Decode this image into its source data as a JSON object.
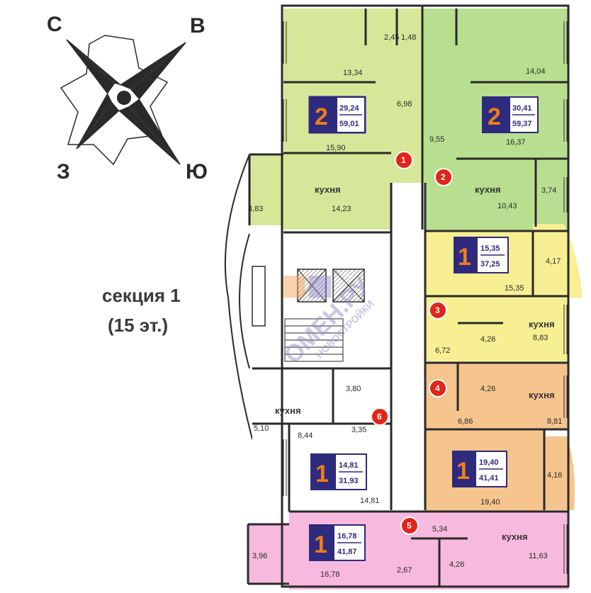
{
  "compass": {
    "north": "С",
    "east": "В",
    "west": "З",
    "south": "Ю"
  },
  "section": {
    "line1": "секция 1",
    "line2": "(15 эт.)"
  },
  "watermark": {
    "brand": "ОМЕН.РУ",
    "tagline": "НОВОСТРОЙКИ"
  },
  "apartment_badges": [
    {
      "rooms": "2",
      "living": "29,24",
      "total": "59,01"
    },
    {
      "rooms": "2",
      "living": "30,41",
      "total": "59,37"
    },
    {
      "rooms": "1",
      "living": "15,35",
      "total": "37,25"
    },
    {
      "rooms": "1",
      "living": "14,81",
      "total": "31,93"
    },
    {
      "rooms": "1",
      "living": "19,40",
      "total": "41,41"
    },
    {
      "rooms": "1",
      "living": "16,78",
      "total": "41,87"
    }
  ],
  "apartment_markers": [
    "1",
    "2",
    "3",
    "4",
    "5",
    "6"
  ],
  "kitchen_label": "кухня",
  "room_areas": [
    "2,45",
    "1,48",
    "13,34",
    "6,98",
    "15,90",
    "14,23",
    "4,83",
    "14,04",
    "9,55",
    "16,37",
    "10,43",
    "3,74",
    "15,35",
    "4,17",
    "6,72",
    "4,26",
    "8,83",
    "4,26",
    "6,86",
    "8,81",
    "3,80",
    "8,44",
    "3,35",
    "5,10",
    "14,81",
    "19,40",
    "4,16",
    "5,34",
    "3,96",
    "16,78",
    "2,67",
    "4,26",
    "11,63"
  ]
}
